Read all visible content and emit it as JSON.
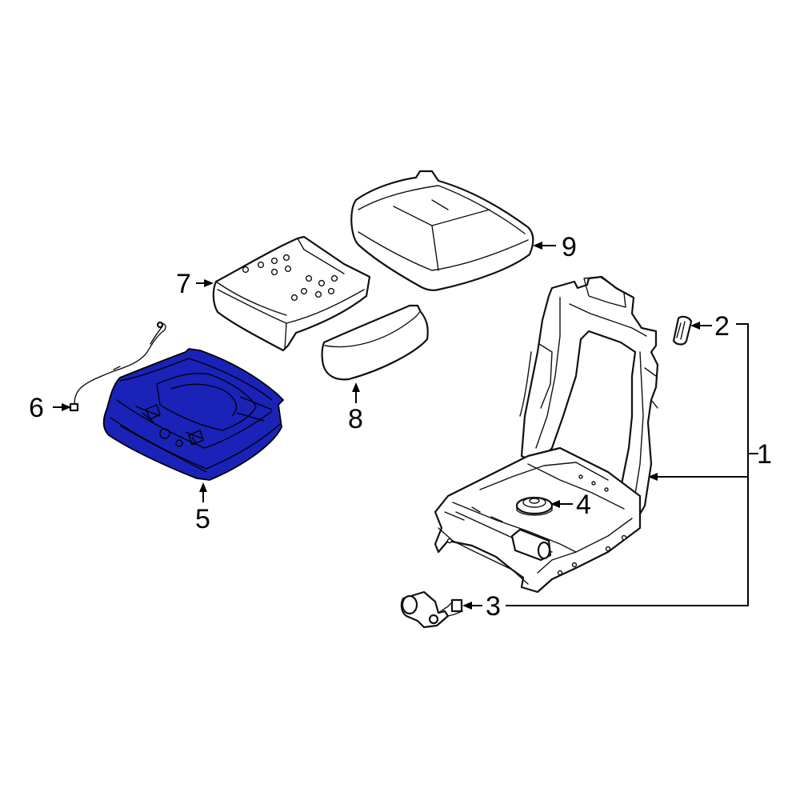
{
  "diagram": {
    "highlight_color": "#1a22b8",
    "line_color": "#111111",
    "background": "#ffffff",
    "highlighted_part": "5",
    "callouts": [
      {
        "id": "c1",
        "label": "1"
      },
      {
        "id": "c2",
        "label": "2"
      },
      {
        "id": "c3",
        "label": "3"
      },
      {
        "id": "c4",
        "label": "4"
      },
      {
        "id": "c5",
        "label": "5"
      },
      {
        "id": "c6",
        "label": "6"
      },
      {
        "id": "c7",
        "label": "7"
      },
      {
        "id": "c8",
        "label": "8"
      },
      {
        "id": "c9",
        "label": "9"
      }
    ]
  }
}
